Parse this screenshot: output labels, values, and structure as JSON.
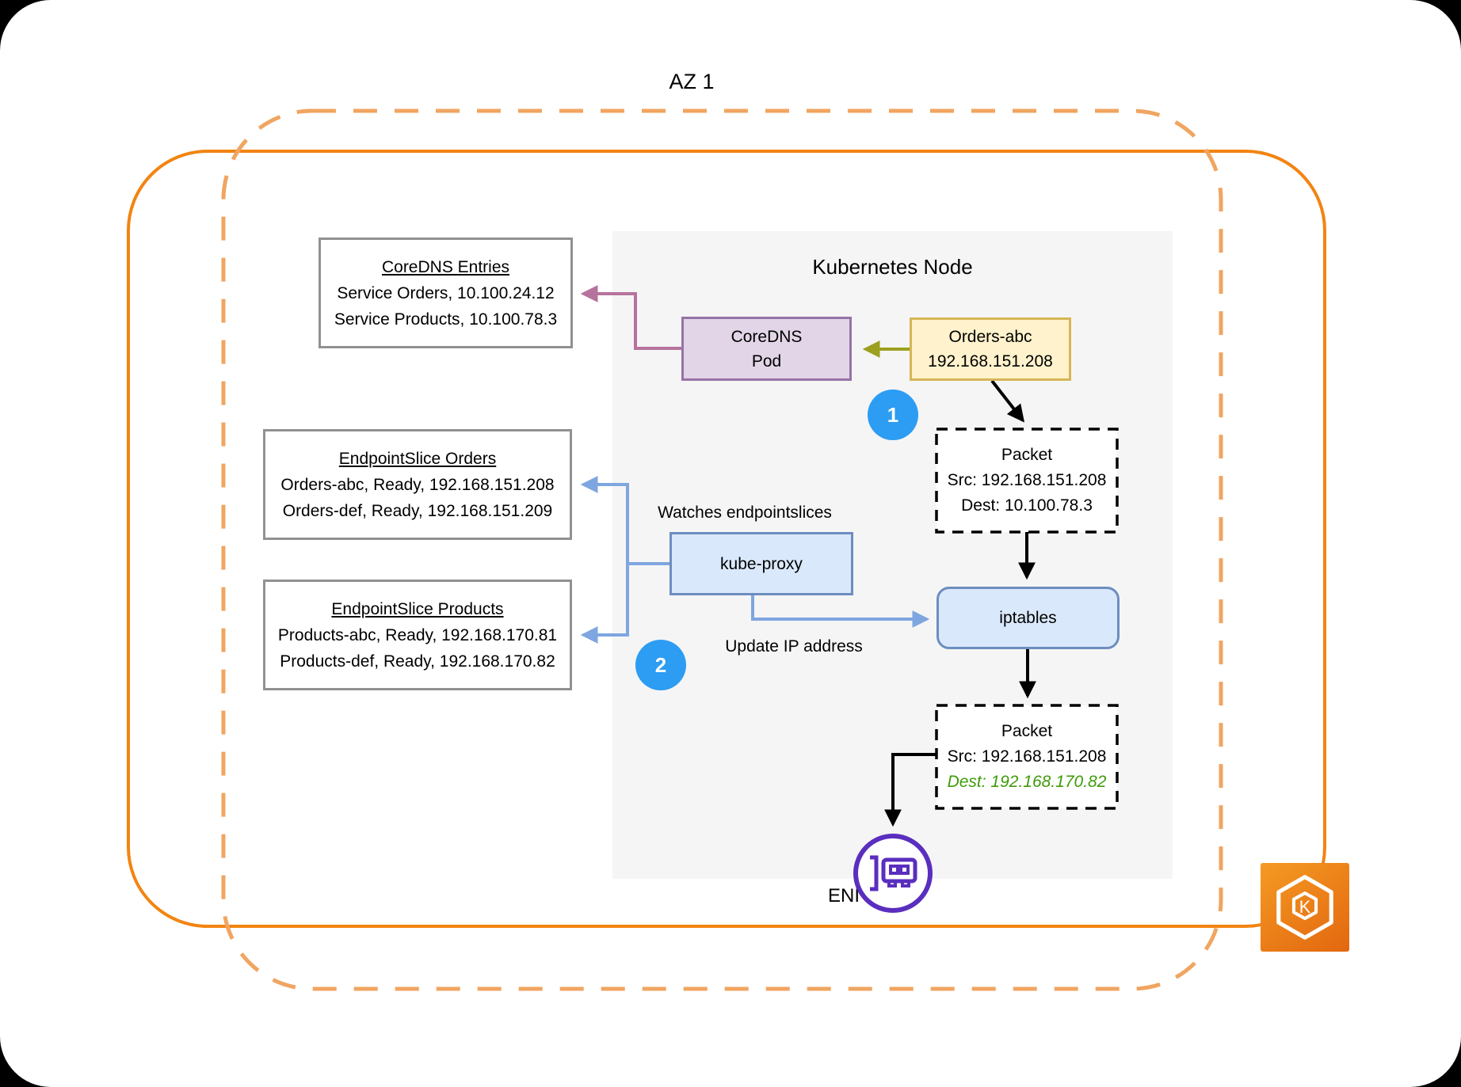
{
  "labels": {
    "az": "AZ 1",
    "kubernetes_node": "Kubernetes Node",
    "watches": "Watches endpointslices",
    "update_ip": "Update IP address",
    "eni": "ENI",
    "step1": "1",
    "step2": "2",
    "eks_letter": "K"
  },
  "boxes": {
    "coredns_entries": {
      "title": "CoreDNS Entries",
      "lines": [
        "Service Orders, 10.100.24.12",
        "Service Products, 10.100.78.3"
      ]
    },
    "endpointslice_orders": {
      "title": "EndpointSlice Orders",
      "lines": [
        "Orders-abc, Ready, 192.168.151.208",
        "Orders-def, Ready, 192.168.151.209"
      ]
    },
    "endpointslice_products": {
      "title": "EndpointSlice Products",
      "lines": [
        "Products-abc, Ready, 192.168.170.81",
        "Products-def, Ready, 192.168.170.82"
      ]
    },
    "coredns_pod": {
      "line1": "CoreDNS",
      "line2": "Pod"
    },
    "orders_abc": {
      "line1": "Orders-abc",
      "line2": "192.168.151.208"
    },
    "kube_proxy": {
      "label": "kube-proxy"
    },
    "iptables": {
      "label": "iptables"
    },
    "packet_pre_nat": {
      "title": "Packet",
      "src": "Src: 192.168.151.208",
      "dest": "Dest: 10.100.78.3"
    },
    "packet_post_nat": {
      "title": "Packet",
      "src": "Src: 192.168.151.208",
      "dest": "Dest: 192.168.170.82"
    }
  },
  "colors": {
    "az_dashed_border": "#F0A561",
    "cluster_solid_border": "#F28411",
    "node_panel_bg": "#F5F5F5",
    "info_border": "#919191",
    "pod_purple_bg": "#E1D5E7",
    "pod_purple_border": "#9673A6",
    "pod_yellow_bg": "#FFF2CC",
    "pod_yellow_border": "#D6B656",
    "blue_bg": "#DAE8FC",
    "blue_border": "#6C8EBF",
    "arrow_pink": "#B5739D",
    "arrow_olive": "#9CA01F",
    "arrow_lightblue": "#7EA6E0",
    "arrow_black": "#000000",
    "step_circle": "#2D9CF3",
    "dest_green": "#3F9B08",
    "eni_purple": "#5A2EBE"
  }
}
